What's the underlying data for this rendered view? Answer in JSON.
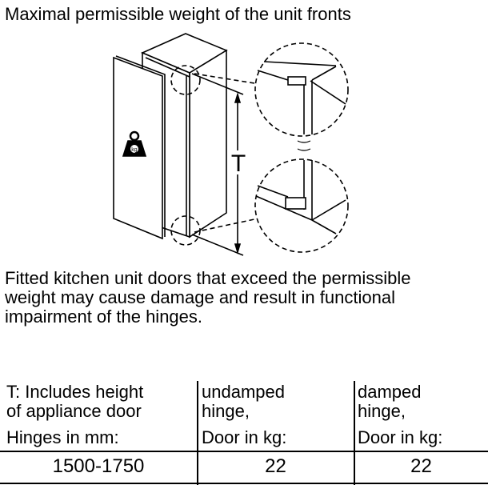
{
  "title": "Maximal permissible weight of the unit fronts",
  "diagram": {
    "dimension_label": "T",
    "weight_icon_label": "kg"
  },
  "paragraph": [
    "Fitted kitchen unit doors that exceed the permissible",
    "weight may cause damage and result in functional",
    "impairment of the hinges."
  ],
  "table": {
    "headers": [
      [
        "T: Includes height",
        "of appliance door",
        "Hinges in mm:"
      ],
      [
        "undamped",
        "hinge,",
        "Door in kg:"
      ],
      [
        "damped",
        "hinge,",
        "Door in kg:"
      ]
    ],
    "rows": [
      [
        "1500-1750",
        "22",
        "22"
      ]
    ]
  }
}
